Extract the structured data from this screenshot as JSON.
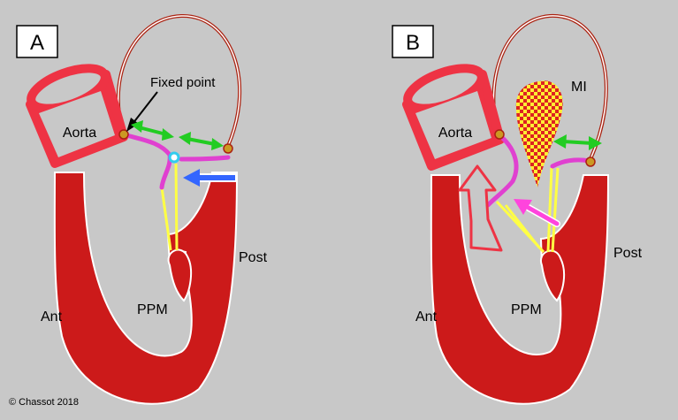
{
  "panels": [
    {
      "letter": "A",
      "labels": {
        "aorta": "Aorta",
        "fixed_point": "Fixed point",
        "ant": "Ant",
        "post": "Post",
        "ppm": "PPM"
      }
    },
    {
      "letter": "B",
      "labels": {
        "aorta": "Aorta",
        "mi": "MI",
        "ant": "Ant",
        "post": "Post",
        "ppm": "PPM"
      }
    }
  ],
  "copyright": "© Chassot 2018",
  "colors": {
    "background": "#c8c8c8",
    "myocardium": "#cc1a1a",
    "aorta_fill": "#ee3344",
    "leaflet": "#e040d0",
    "chordae": "#ffff44",
    "arrow_green": "#22cc22",
    "arrow_blue": "#3366ff",
    "arrow_magenta": "#ff44dd",
    "annulus": "#aa2211"
  }
}
